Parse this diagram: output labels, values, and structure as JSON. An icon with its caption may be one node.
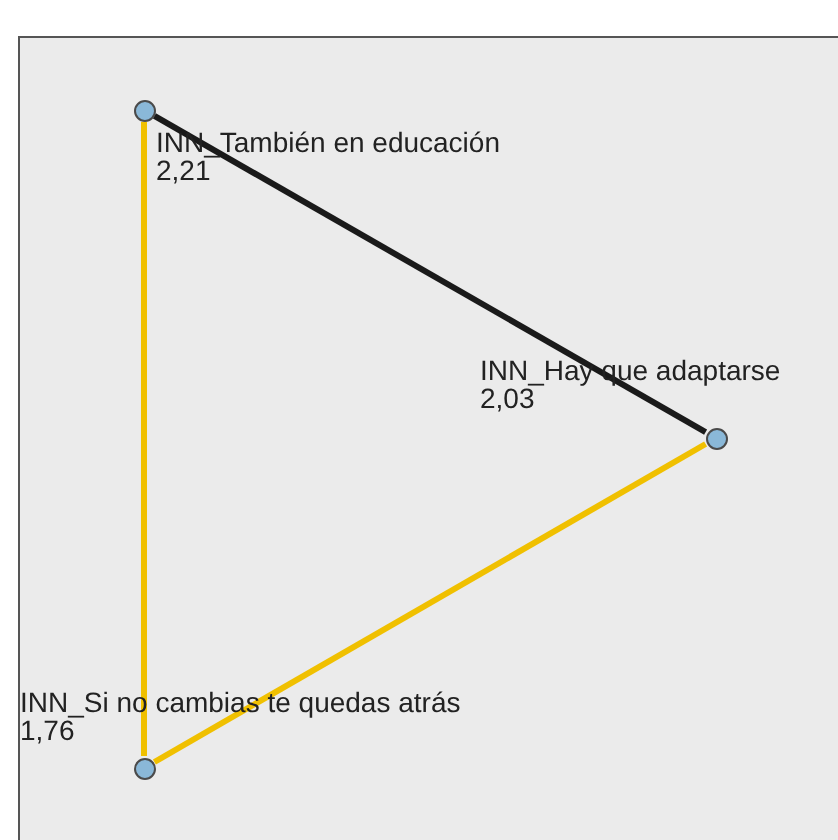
{
  "diagram": {
    "nodes": [
      {
        "text": [],
        "shape": "circle",
        "beside": [
          "INN_También en educación",
          "2,21"
        ]
      },
      {
        "text": [],
        "shape": "circle",
        "beside": [
          "INN_Hay que adaptarse",
          "2,03"
        ]
      },
      {
        "text": [],
        "shape": "circle",
        "beside": [
          "INN_Si no cambias te quedas atrás",
          "1,76"
        ]
      }
    ],
    "edges": [
      {
        "from": 0,
        "to": 1,
        "arrow": "none",
        "color": "#1a1a1a"
      },
      {
        "from": 1,
        "to": 2,
        "arrow": "none"
      },
      {
        "from": 0,
        "to": 2,
        "arrow": "none"
      }
    ]
  }
}
